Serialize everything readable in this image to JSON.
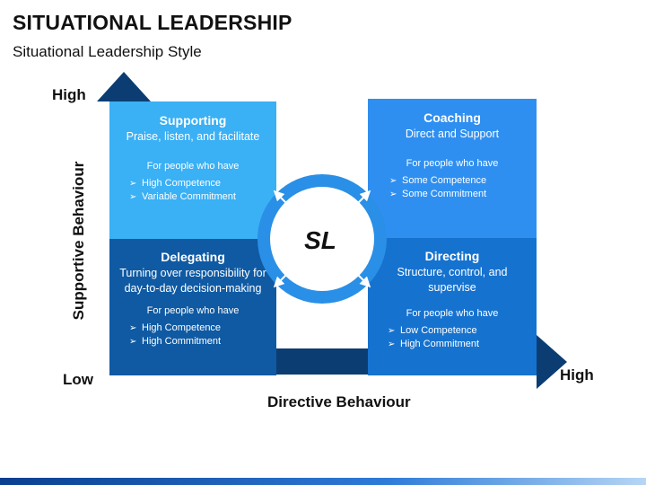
{
  "title": "SITUATIONAL LEADERSHIP",
  "subtitle": "Situational Leadership Style",
  "axes": {
    "y_high": "High",
    "low": "Low",
    "x_high": "High",
    "y_title": "Supportive Behaviour",
    "x_title": "Directive Behaviour"
  },
  "center": {
    "label": "SL"
  },
  "quadrants": {
    "supporting": {
      "title": "Supporting",
      "subtitle": "Praise, listen, and facilitate",
      "for_label": "For people who have",
      "items": [
        "High Competence",
        "Variable Commitment"
      ]
    },
    "coaching": {
      "title": "Coaching",
      "subtitle": "Direct and Support",
      "for_label": "For people who have",
      "items": [
        "Some Competence",
        "Some Commitment"
      ]
    },
    "delegating": {
      "title": "Delegating",
      "subtitle": "Turning over responsibility for day-to-day decision-making",
      "for_label": "For people who have",
      "items": [
        "High Competence",
        "High Commitment"
      ]
    },
    "directing": {
      "title": "Directing",
      "subtitle": "Structure, control, and supervise",
      "for_label": "For people who have",
      "items": [
        "Low Competence",
        "High Commitment"
      ]
    }
  },
  "colors": {
    "supporting": "#3ab0f5",
    "coaching": "#2f8ff0",
    "delegating": "#0f5aa3",
    "directing": "#1672cf",
    "arrow": "#0b3d73",
    "ring": "#2a8fe6"
  }
}
